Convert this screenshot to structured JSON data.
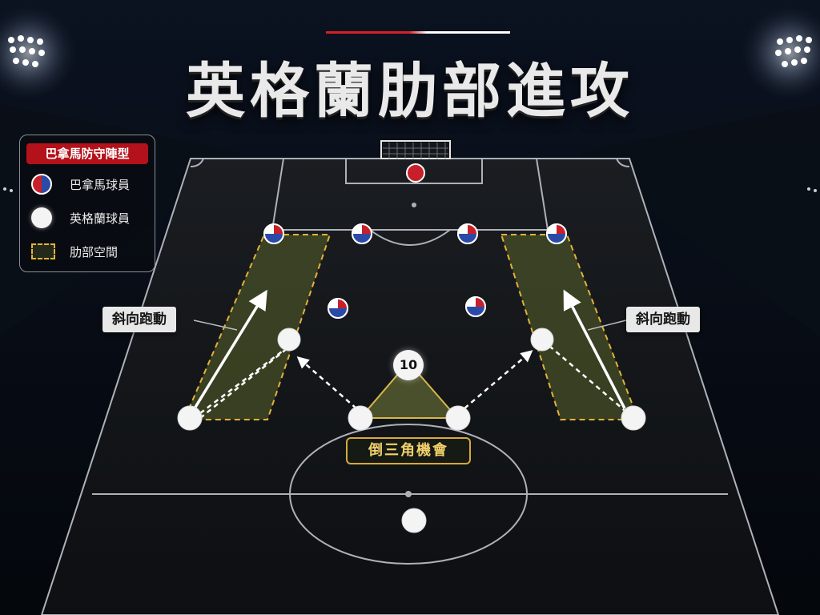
{
  "title": "英格蘭肋部進攻",
  "legend": {
    "header": "巴拿馬防守陣型",
    "items": [
      {
        "label": "巴拿馬球員",
        "icon": "panama-player-icon"
      },
      {
        "label": "英格蘭球員",
        "icon": "england-player-icon"
      },
      {
        "label": "肋部空間",
        "icon": "halfspace-zone-icon"
      }
    ]
  },
  "annotations": {
    "diagonal_run_left": "斜向跑動",
    "diagonal_run_right": "斜向跑動",
    "inverted_triangle": "倒三角機會"
  },
  "players": {
    "playmaker_number": "10"
  },
  "colors": {
    "panama_red": "#c8202b",
    "panama_blue": "#2b4aa8",
    "england_white": "#f4f4f4",
    "zone_border": "#e3b23a",
    "legend_header": "#b3121b",
    "title_accent": "#d61f26"
  }
}
